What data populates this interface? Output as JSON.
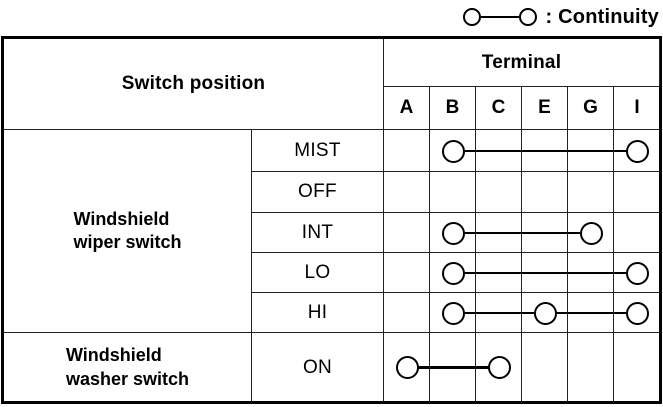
{
  "legend": {
    "symbol": "continuity-connector-symbol",
    "label": ": Continuity"
  },
  "table": {
    "header": {
      "switch_position": "Switch position",
      "terminal": "Terminal"
    },
    "terminals": [
      "A",
      "B",
      "C",
      "E",
      "G",
      "I"
    ],
    "groups": [
      {
        "label": "Windshield wiper switch",
        "label_lines": [
          "Windshield",
          "wiper switch"
        ],
        "rows": [
          {
            "position": "MIST",
            "continuity": [
              "B",
              "I"
            ]
          },
          {
            "position": "OFF",
            "continuity": []
          },
          {
            "position": "INT",
            "continuity": [
              "B",
              "G"
            ]
          },
          {
            "position": "LO",
            "continuity": [
              "B",
              "I"
            ]
          },
          {
            "position": "HI",
            "continuity": [
              "B",
              "E",
              "I"
            ]
          }
        ]
      },
      {
        "label": "Windshield washer switch",
        "label_lines": [
          "Windshield",
          "washer switch"
        ],
        "rows": [
          {
            "position": "ON",
            "continuity": [
              "A",
              "C"
            ]
          }
        ]
      }
    ]
  },
  "chart_data": {
    "type": "table",
    "title": "Switch position / Terminal continuity",
    "columns": [
      "A",
      "B",
      "C",
      "E",
      "G",
      "I"
    ],
    "rows": [
      {
        "group": "Windshield wiper switch",
        "position": "MIST",
        "continuity_between": [
          "B",
          "I"
        ]
      },
      {
        "group": "Windshield wiper switch",
        "position": "OFF",
        "continuity_between": []
      },
      {
        "group": "Windshield wiper switch",
        "position": "INT",
        "continuity_between": [
          "B",
          "G"
        ]
      },
      {
        "group": "Windshield wiper switch",
        "position": "LO",
        "continuity_between": [
          "B",
          "I"
        ]
      },
      {
        "group": "Windshield wiper switch",
        "position": "HI",
        "continuity_between": [
          "B",
          "E",
          "I"
        ]
      },
      {
        "group": "Windshield washer switch",
        "position": "ON",
        "continuity_between": [
          "A",
          "C"
        ]
      }
    ]
  },
  "colors": {
    "ink": "#000000",
    "grid_line": "#222222",
    "background": "#ffffff"
  }
}
